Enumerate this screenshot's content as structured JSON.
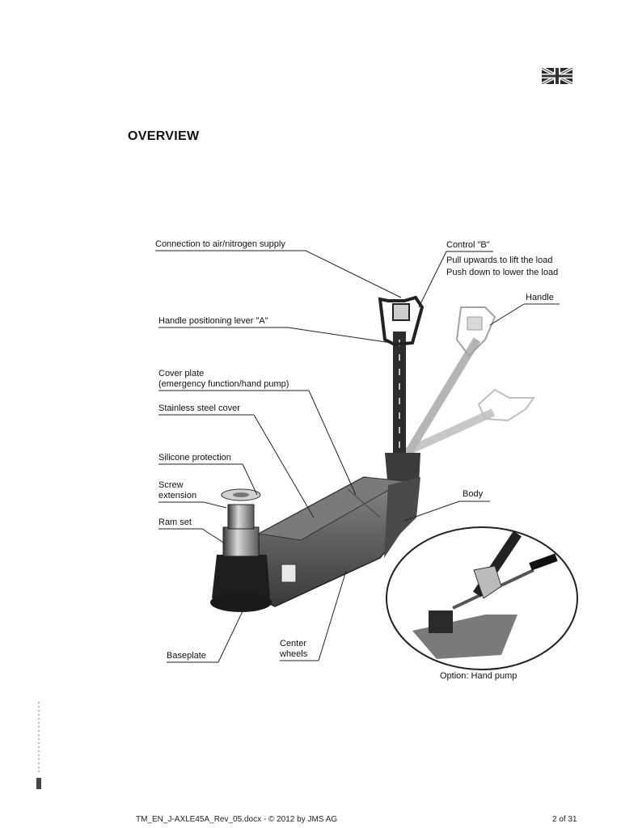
{
  "header": {
    "flag_icon": "uk-flag-icon",
    "title": "OVERVIEW"
  },
  "labels": {
    "air_supply": "Connection to air/nitrogen supply",
    "control_b": "Control \"B\"",
    "control_b_up": "Pull upwards to lift the load",
    "control_b_down": "Push down to lower the load",
    "handle": "Handle",
    "handle_lever": "Handle positioning lever \"A\"",
    "cover_plate": "Cover plate",
    "cover_plate_detail": "(emergency function/hand pump)",
    "stainless_cover": "Stainless steel cover",
    "silicone": "Silicone protection",
    "screw_1": "Screw",
    "screw_2": "extension",
    "ram_set": "Ram set",
    "body": "Body",
    "baseplate": "Baseplate",
    "center_1": "Center",
    "center_2": "wheels",
    "hand_pump": "Option: Hand pump"
  },
  "footer": {
    "document": "TM_EN_J-AXLE45A_Rev_05.docx - © 2012 by JMS AG",
    "page": "2 of 31"
  }
}
